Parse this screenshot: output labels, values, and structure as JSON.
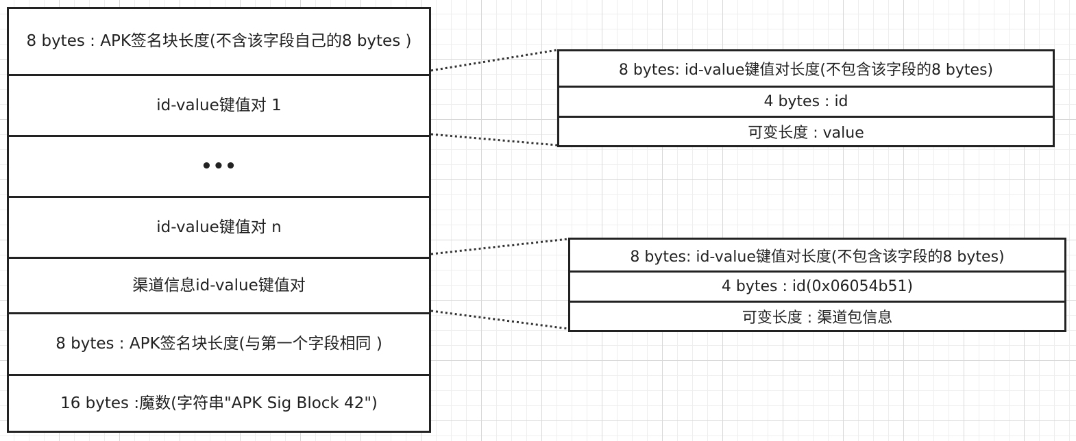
{
  "stack": {
    "rows": [
      "8 bytes : APK签名块长度(不含该字段自己的8 bytes )",
      "id-value键值对 1",
      "•••",
      "id-value键值对 n",
      "渠道信息id-value键值对",
      "8 bytes : APK签名块长度(与第一个字段相同 )",
      "16 bytes :魔数(字符串\"APK Sig Block 42\")"
    ]
  },
  "detail_1": {
    "rows": [
      "8 bytes: id-value键值对长度(不包含该字段的8 bytes)",
      "4 bytes : id",
      "可变长度 : value"
    ]
  },
  "detail_2": {
    "rows": [
      "8 bytes: id-value键值对长度(不包含该字段的8 bytes)",
      "4 bytes : id(0x06054b51)",
      "可变长度 : 渠道包信息"
    ]
  },
  "colors": {
    "border": "#222222",
    "connector": "#333333",
    "grid": "#d8d8d8"
  }
}
